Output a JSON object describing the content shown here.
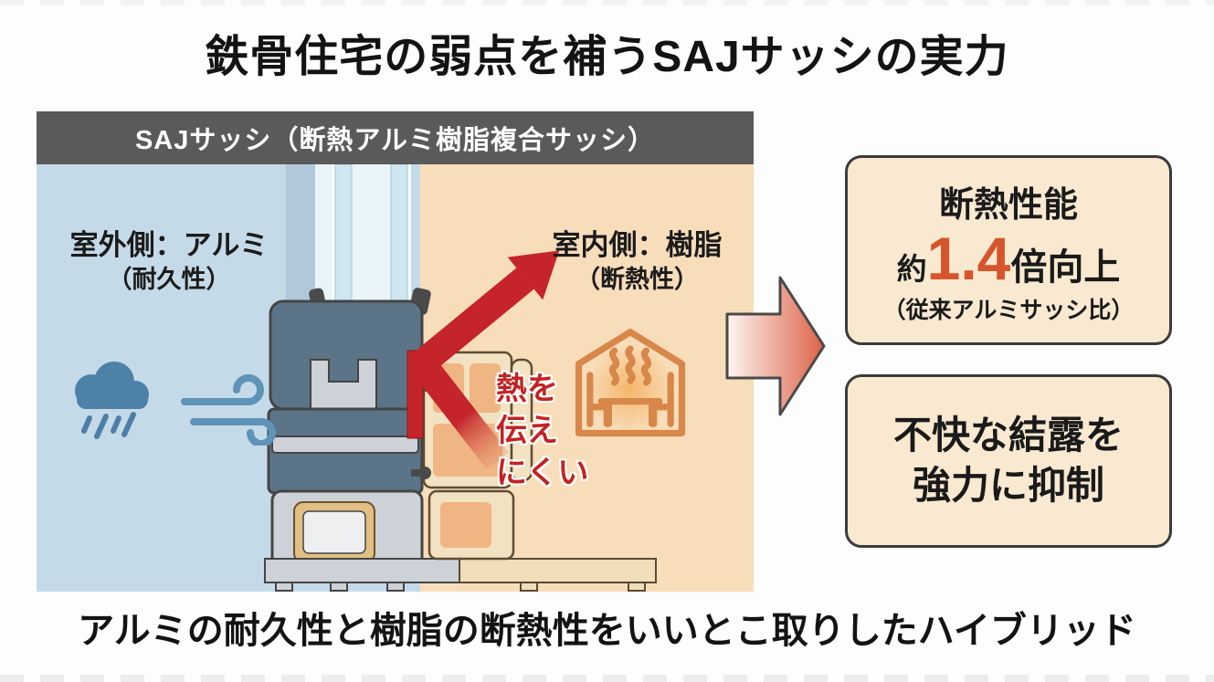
{
  "page": {
    "title": "鉄骨住宅の弱点を補うSAJサッシの実力",
    "footer": "アルミの耐久性と樹脂の断熱性をいいとこ取りしたハイブリッド"
  },
  "diagram": {
    "header": "SAJサッシ（断熱アルミ樹脂複合サッシ）",
    "outdoor": {
      "label": "室外側：アルミ",
      "sublabel": "（耐久性）",
      "icons": [
        "rain-cloud-icon",
        "wind-icon"
      ]
    },
    "indoor": {
      "label": "室内側：樹脂",
      "sublabel": "（断熱性）",
      "icon": "warm-house-icon"
    },
    "heat_note": {
      "line1": "熱を",
      "line2": "伝え",
      "line3": "にくい"
    }
  },
  "benefit1": {
    "title": "断熱性能",
    "prefix": "約",
    "value": "1.4",
    "suffix": "倍向上",
    "note": "（従来アルミサッシ比）"
  },
  "benefit2": {
    "line1": "不快な結露を",
    "line2": "強力に抑制"
  },
  "colors": {
    "header_gray": "#5a5a5a",
    "outdoor_blue": "#c5dae9",
    "indoor_peach": "#f8ddba",
    "accent_red": "#c32222",
    "value_orange": "#d6552c",
    "box_cream": "#f9e9d0",
    "aluminum_gray": "#ccd2d7",
    "cavity_slate": "#5b7487",
    "resin_tan": "#f3e2c1"
  }
}
